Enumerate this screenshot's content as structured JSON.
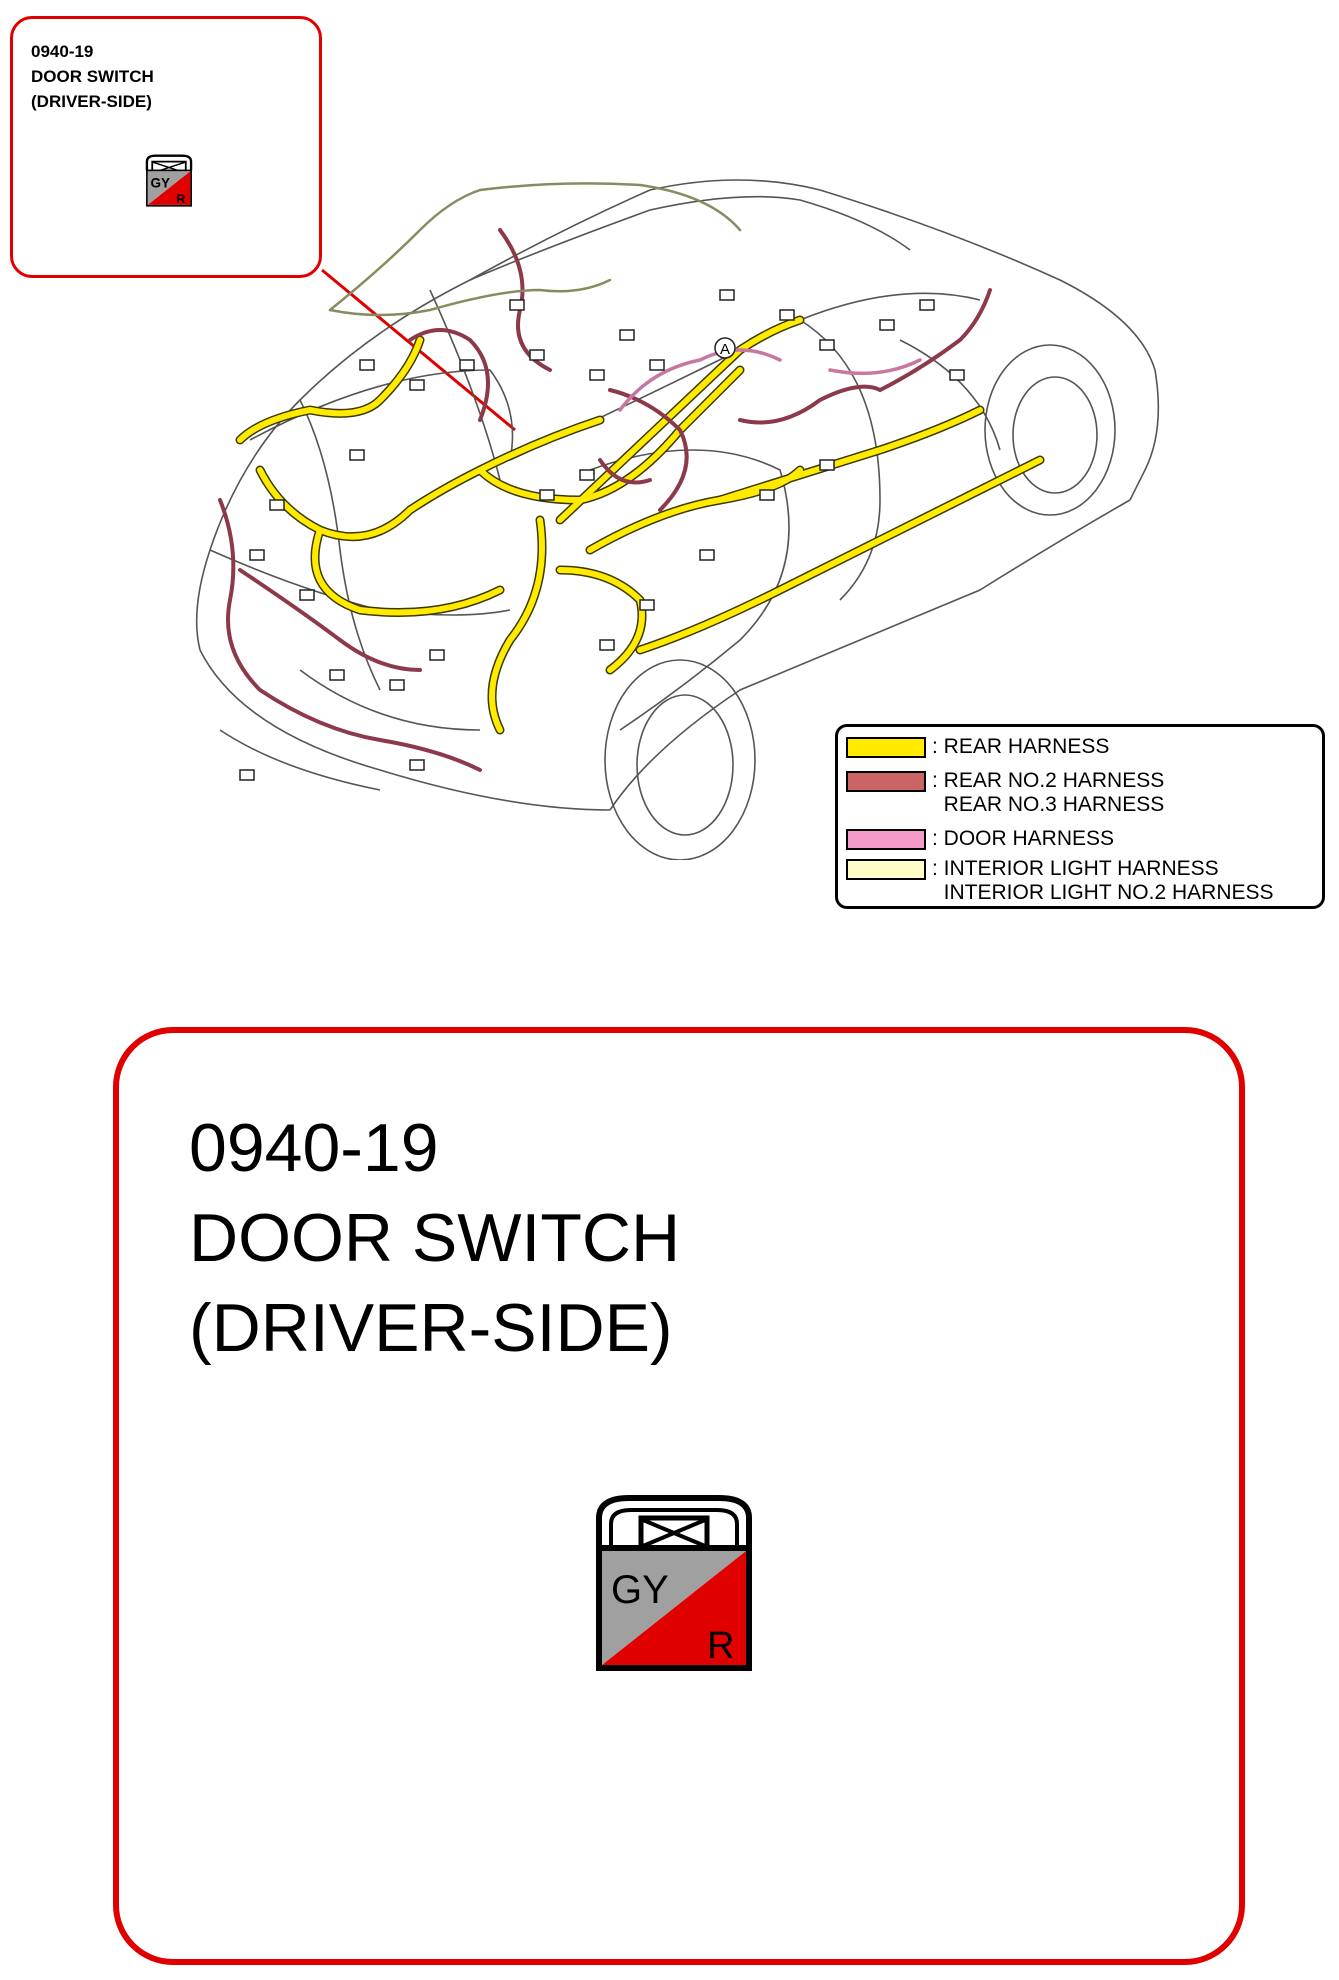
{
  "connector": {
    "code": "0940-19",
    "name_line1": "DOOR SWITCH",
    "name_line2": "(DRIVER-SIDE)",
    "color_left": "GY",
    "color_right": "R",
    "fill_left": "#a0a0a0",
    "fill_right": "#e00000"
  },
  "vehicle": {
    "point_label": "A"
  },
  "legend": {
    "items": [
      {
        "color": "#ffea00",
        "lines": [
          ": REAR HARNESS"
        ]
      },
      {
        "color": "#c86464",
        "lines": [
          ": REAR NO.2 HARNESS",
          "  REAR NO.3 HARNESS"
        ]
      },
      {
        "color": "#f49ac8",
        "lines": [
          ": DOOR HARNESS"
        ]
      },
      {
        "color": "#fffcc8",
        "lines": [
          ": INTERIOR LIGHT HARNESS",
          "  INTERIOR LIGHT NO.2 HARNESS"
        ]
      }
    ]
  },
  "colors": {
    "accent": "#e00000",
    "rear_harness": "#ffea00",
    "rear_no2_harness": "#8c3a4a"
  }
}
